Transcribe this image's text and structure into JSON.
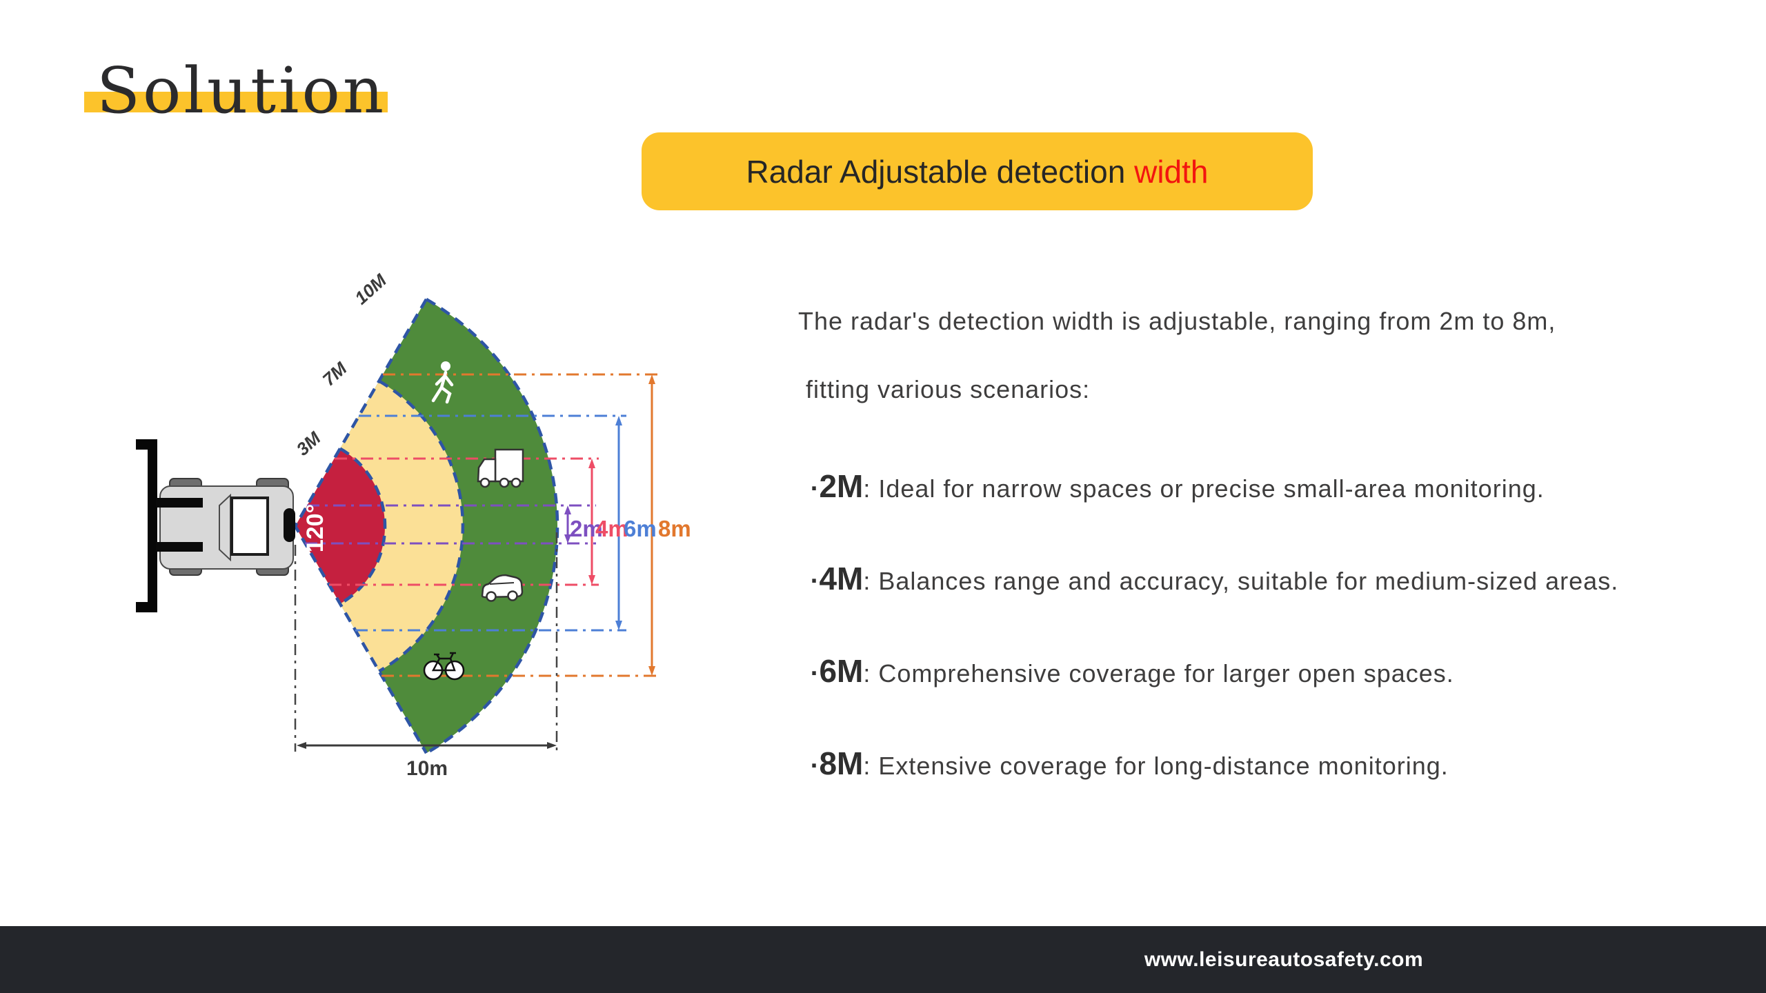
{
  "header": {
    "title": "Solution",
    "highlight_color": "#fcc32b"
  },
  "banner": {
    "text": "Radar Adjustable detection ",
    "highlight": "width",
    "bg_color": "#fcc32b",
    "highlight_color": "#f2150f",
    "text_color": "#262626"
  },
  "description": {
    "intro_line1": "The radar's detection width is adjustable, ranging from 2m to 8m,",
    "intro_line2": " fitting various scenarios:",
    "bullets": [
      {
        "dot": "·",
        "label": "2M",
        "text": ": Ideal for narrow spaces or precise small-area monitoring."
      },
      {
        "dot": "·",
        "label": "4M",
        "text": ": Balances range and accuracy, suitable for medium-sized areas."
      },
      {
        "dot": "·",
        "label": "6M",
        "text": ": Comprehensive coverage for larger open spaces."
      },
      {
        "dot": "·",
        "label": "8M",
        "text": ": Extensive coverage for long-distance monitoring."
      }
    ]
  },
  "diagram": {
    "angle_label": "120°",
    "sector_border_color": "#2e55a5",
    "zones": [
      {
        "label": "3M",
        "color": "#c5203f"
      },
      {
        "label": "7M",
        "color": "#fbe096"
      },
      {
        "label": "10M",
        "color": "#4f8b3b"
      }
    ],
    "width_markers": [
      {
        "label": "2m",
        "color": "#7d4fc0"
      },
      {
        "label": "4m",
        "color": "#ee4d66"
      },
      {
        "label": "6m",
        "color": "#4d7fd6"
      },
      {
        "label": "8m",
        "color": "#e2782e"
      }
    ],
    "bottom_range_label": "10m",
    "bottom_range_color": "#3a3a3a",
    "icons": [
      "pedestrian-icon",
      "truck-icon",
      "car-icon",
      "bicycle-icon"
    ]
  },
  "footer": {
    "url": "www.leisureautosafety.com",
    "bg_color": "#24262b"
  }
}
